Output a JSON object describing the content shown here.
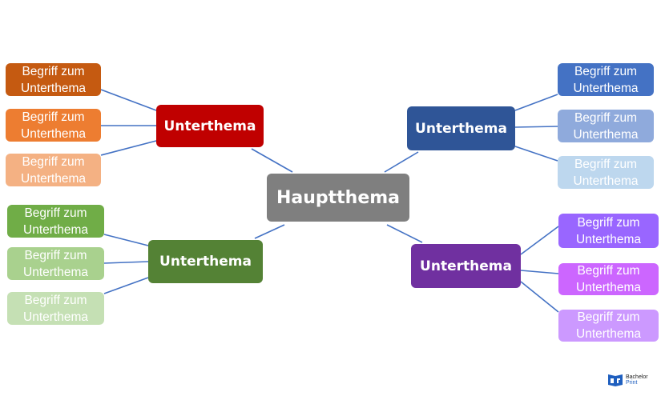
{
  "main": {
    "label": "Hauptthema",
    "color": "#7f7f7f"
  },
  "subtopics": [
    {
      "label": "Unterthema",
      "color": "#c00000",
      "leaves": [
        {
          "label": "Begriff zum Unterthema",
          "color": "#c55a11"
        },
        {
          "label": "Begriff zum Unterthema",
          "color": "#ed7d31"
        },
        {
          "label": "Begriff zum Unterthema",
          "color": "#f4b183"
        }
      ]
    },
    {
      "label": "Unterthema",
      "color": "#2f5597",
      "leaves": [
        {
          "label": "Begriff zum Unterthema",
          "color": "#4472c4"
        },
        {
          "label": "Begriff zum Unterthema",
          "color": "#8faadc"
        },
        {
          "label": "Begriff zum Unterthema",
          "color": "#bdd7ee"
        }
      ]
    },
    {
      "label": "Unterthema",
      "color": "#548235",
      "leaves": [
        {
          "label": "Begriff zum Unterthema",
          "color": "#70ad47"
        },
        {
          "label": "Begriff zum Unterthema",
          "color": "#a9d18e"
        },
        {
          "label": "Begriff zum Unterthema",
          "color": "#c5e0b4"
        }
      ]
    },
    {
      "label": "Unterthema",
      "color": "#7030a0",
      "leaves": [
        {
          "label": "Begriff zum Unterthema",
          "color": "#9966ff"
        },
        {
          "label": "Begriff zum Unterthema",
          "color": "#cc66ff"
        },
        {
          "label": "Begriff zum Unterthema",
          "color": "#cc99ff"
        }
      ]
    }
  ],
  "line_color": "#4472c4",
  "logo": {
    "line1": "Bachelor",
    "line2": "Print"
  }
}
